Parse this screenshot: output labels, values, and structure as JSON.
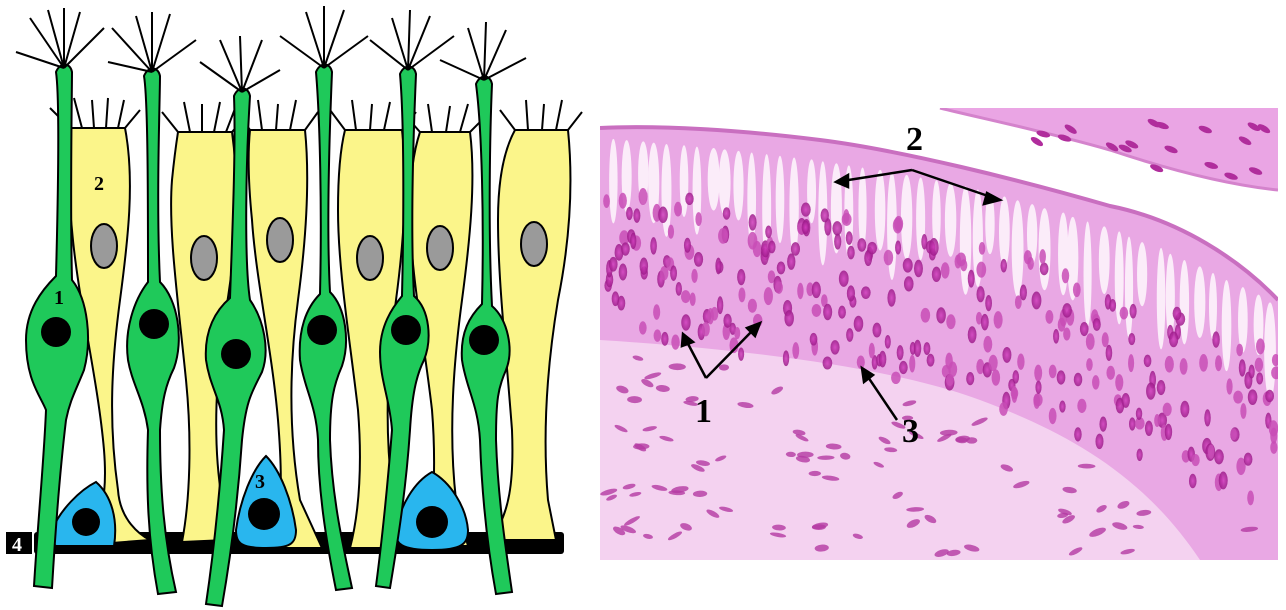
{
  "diagram": {
    "labels": {
      "olfactory_cell": "1",
      "supporting_cell": "2",
      "basal_cell": "3",
      "basement_membrane": "4"
    },
    "colors": {
      "olfactory_cell": "#1fc95a",
      "supporting_cell": "#fbf58a",
      "basal_cell": "#29b6ee",
      "nucleus_dark": "#000000",
      "nucleus_grey": "#9a9a9a",
      "membrane": "#000000"
    }
  },
  "micrograph": {
    "labels": {
      "olfactory_cells": "1",
      "supporting_cells": "2",
      "basal_cells": "3"
    },
    "colors": {
      "tissue_light": "#f2c8ef",
      "tissue_mid": "#e7a6e3",
      "nucleus_magenta": "#b5209f",
      "lumen": "#ffffff"
    }
  }
}
